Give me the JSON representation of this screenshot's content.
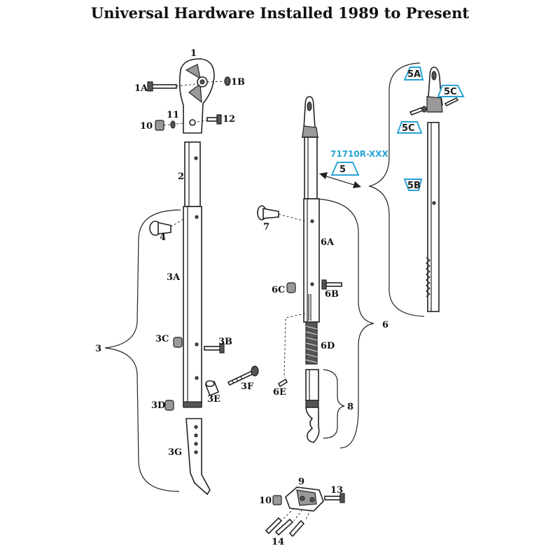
{
  "title": "Universal Hardware Installed 1989 to Present",
  "part_number": "71710R-XXX",
  "labels": {
    "l1": "1",
    "l1A": "1A",
    "l1B": "1B",
    "l2": "2",
    "l3": "3",
    "l3A": "3A",
    "l3B": "3B",
    "l3C": "3C",
    "l3D": "3D",
    "l3E": "3E",
    "l3F": "3F",
    "l3G": "3G",
    "l4": "4",
    "l5": "5",
    "l5A": "5A",
    "l5B": "5B",
    "l5C_top": "5C",
    "l5C_bottom": "5C",
    "l6": "6",
    "l6A": "6A",
    "l6B": "6B",
    "l6C": "6C",
    "l6D": "6D",
    "l6E": "6E",
    "l7": "7",
    "l8": "8",
    "l9": "9",
    "l10_top": "10",
    "l10_bottom": "10",
    "l11": "11",
    "l12": "12",
    "l13": "13",
    "l14": "14"
  },
  "colors": {
    "accent": "#29a3d6",
    "ink": "#222222"
  }
}
